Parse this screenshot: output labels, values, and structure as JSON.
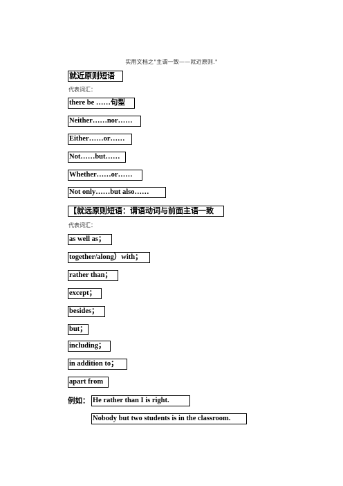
{
  "header": "实用文档之\"主谓一致——就近原则.\"",
  "section1": {
    "title": "就近原则短语",
    "vocab_label": "代表词汇：",
    "items": [
      "there be ……句型",
      "Neither……nor……",
      "Either……or……",
      "Not……but……",
      "Whether……or……",
      "Not  only……but  also……"
    ]
  },
  "section2": {
    "title": "【就远原则短语：谓语动词与前面主语一致",
    "vocab_label": "代表词汇：",
    "items": [
      "as  well  as；",
      "together/along）with；",
      "rather  than；",
      "except；",
      "besides；",
      "but；",
      "including；",
      "in  addition  to；",
      "apart  from"
    ]
  },
  "examples": {
    "label": "例如：",
    "sentences": [
      "He  rather  than  I  is  right.",
      "Nobody but two students is in the classroom."
    ]
  }
}
